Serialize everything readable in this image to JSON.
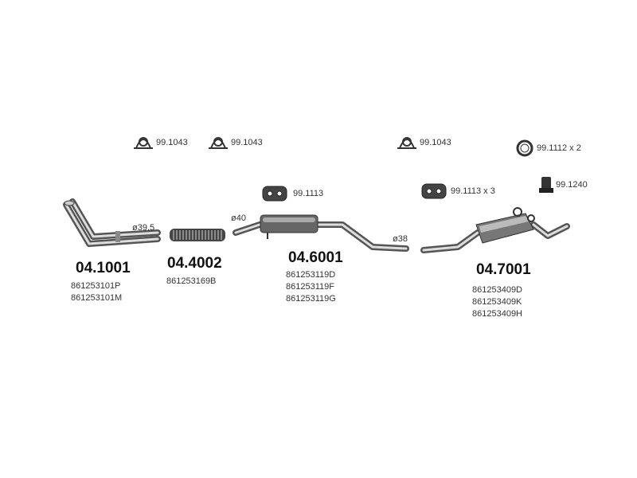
{
  "accessories": [
    {
      "name": "clamp",
      "code": "99.1043"
    },
    {
      "name": "clamp",
      "code": "99.1043"
    },
    {
      "name": "clamp",
      "code": "99.1043"
    },
    {
      "name": "ring",
      "code": "99.1112 x 2"
    },
    {
      "name": "rubber-hanger",
      "code": "99.1113"
    },
    {
      "name": "rubber-hanger",
      "code": "99.1113 x 3"
    },
    {
      "name": "rubber-buffer",
      "code": "99.1240"
    }
  ],
  "diameters": [
    "ø39,5",
    "ø40",
    "ø38"
  ],
  "parts": [
    {
      "number": "04.1001",
      "oem": [
        "861253101P",
        "861253101M"
      ]
    },
    {
      "number": "04.4002",
      "oem": [
        "861253169B"
      ]
    },
    {
      "number": "04.6001",
      "oem": [
        "861253119D",
        "861253119F",
        "861253119G"
      ]
    },
    {
      "number": "04.7001",
      "oem": [
        "861253409D",
        "861253409K",
        "861253409H"
      ]
    }
  ]
}
